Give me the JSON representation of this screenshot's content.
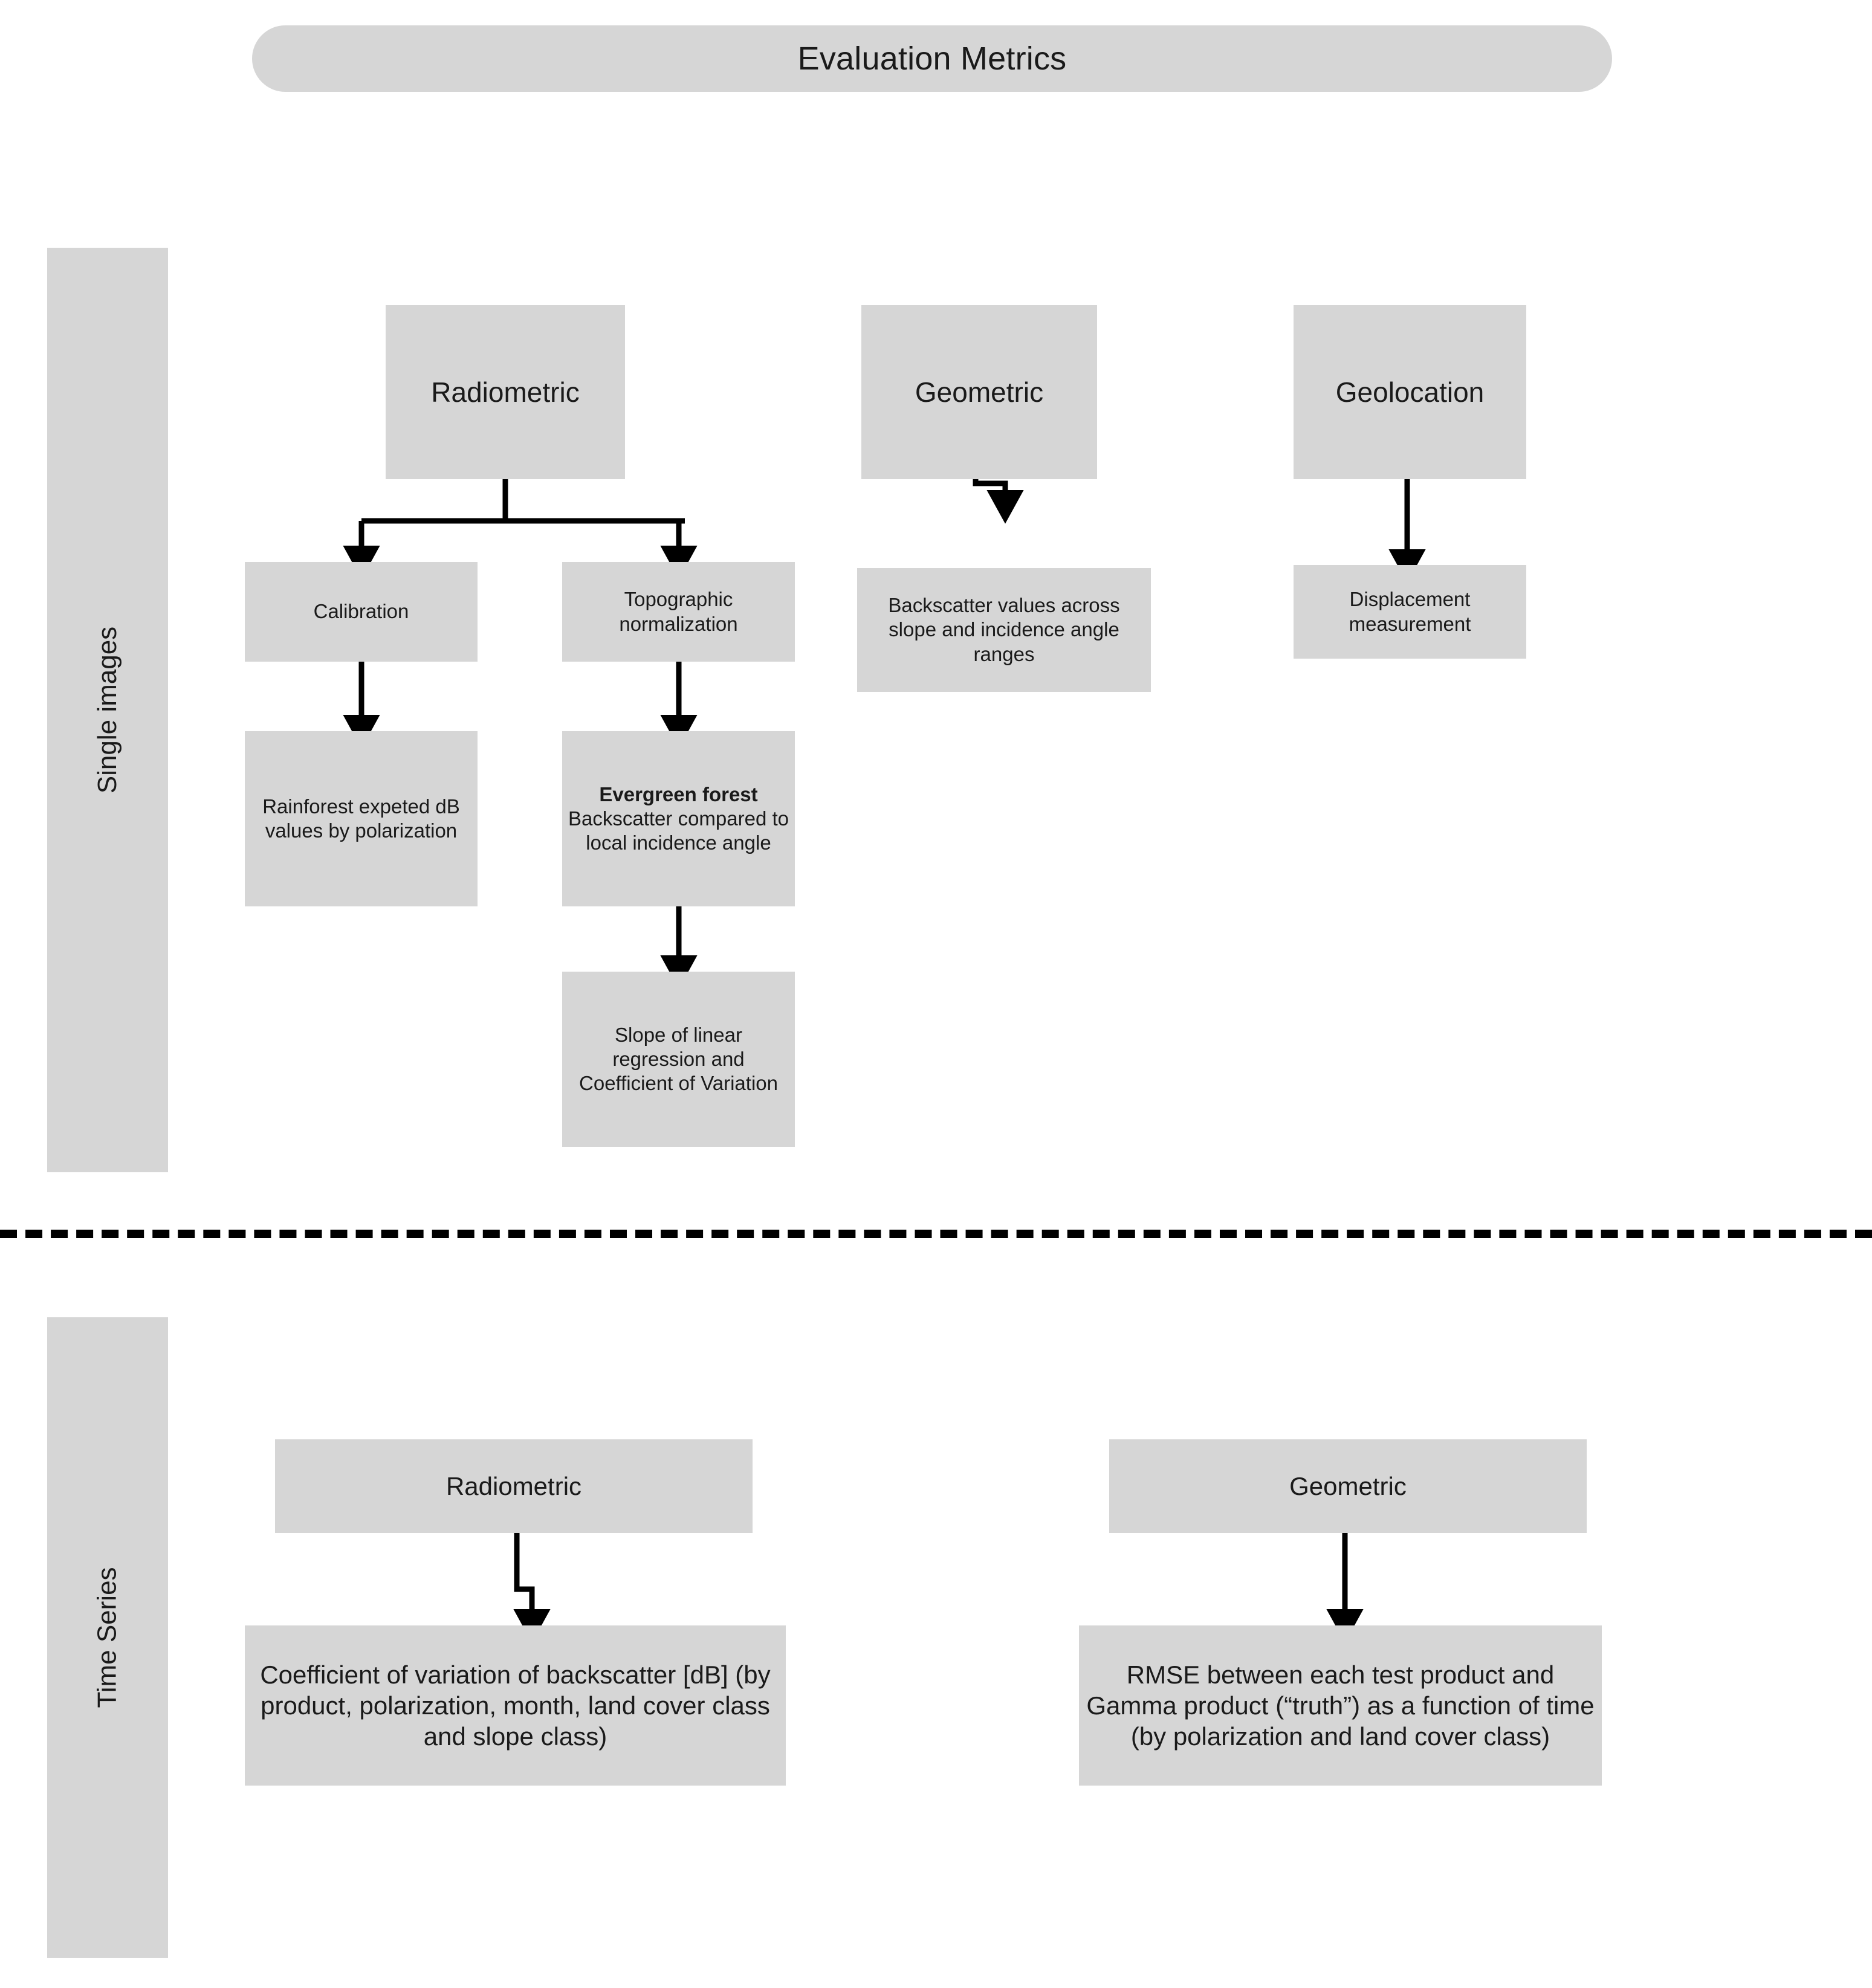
{
  "header": {
    "title": "Evaluation Metrics"
  },
  "sections": [
    {
      "id": "single-images",
      "label": "Single images"
    },
    {
      "id": "time-series",
      "label": "Time Series"
    }
  ],
  "colors": {
    "node_fill": "#d6d6d6",
    "text": "#1a1a1a",
    "connector": "#000000",
    "background": "#ffffff"
  },
  "single_images": {
    "top_level": [
      {
        "id": "radiometric",
        "label": "Radiometric"
      },
      {
        "id": "geometric",
        "label": "Geometric"
      },
      {
        "id": "geolocation",
        "label": "Geolocation"
      }
    ],
    "second_level": [
      {
        "id": "calibration",
        "label": "Calibration"
      },
      {
        "id": "topographic",
        "label": "Topographic normalization"
      },
      {
        "id": "backscatter",
        "label": "Backscatter values across slope and incidence angle ranges"
      },
      {
        "id": "displacement",
        "label": "Displacement measurement"
      }
    ],
    "third_level": [
      {
        "id": "rainforest",
        "label": "Rainforest expeted dB values by polarization"
      },
      {
        "id": "evergreen",
        "bold_label": "Evergreen forest",
        "label": "Backscatter compared to local incidence angle"
      }
    ],
    "fourth_level": [
      {
        "id": "slope",
        "label": "Slope of linear regression and Coefficient of Variation"
      }
    ]
  },
  "time_series": {
    "top_level": [
      {
        "id": "ts-radiometric",
        "label": "Radiometric"
      },
      {
        "id": "ts-geometric",
        "label": "Geometric"
      }
    ],
    "second_level": [
      {
        "id": "ts-coeff",
        "label": "Coefficient of variation of backscatter [dB] (by product, polarization, month,  land cover class and slope class)"
      },
      {
        "id": "ts-rmse",
        "label": "RMSE between each test product and Gamma product (“truth”) as a function of time (by polarization and land cover class)"
      }
    ]
  },
  "connectors": [
    {
      "from": "radiometric",
      "to": "calibration",
      "style": "branch-left"
    },
    {
      "from": "radiometric",
      "to": "topographic",
      "style": "branch-right"
    },
    {
      "from": "calibration",
      "to": "rainforest",
      "style": "straight"
    },
    {
      "from": "topographic",
      "to": "evergreen",
      "style": "straight"
    },
    {
      "from": "evergreen",
      "to": "slope",
      "style": "straight"
    },
    {
      "from": "geometric",
      "to": "backscatter",
      "style": "elbow"
    },
    {
      "from": "geolocation",
      "to": "displacement",
      "style": "straight"
    },
    {
      "from": "ts-radiometric",
      "to": "ts-coeff",
      "style": "elbow"
    },
    {
      "from": "ts-geometric",
      "to": "ts-rmse",
      "style": "straight"
    }
  ],
  "divider": {
    "style": "dashed"
  }
}
